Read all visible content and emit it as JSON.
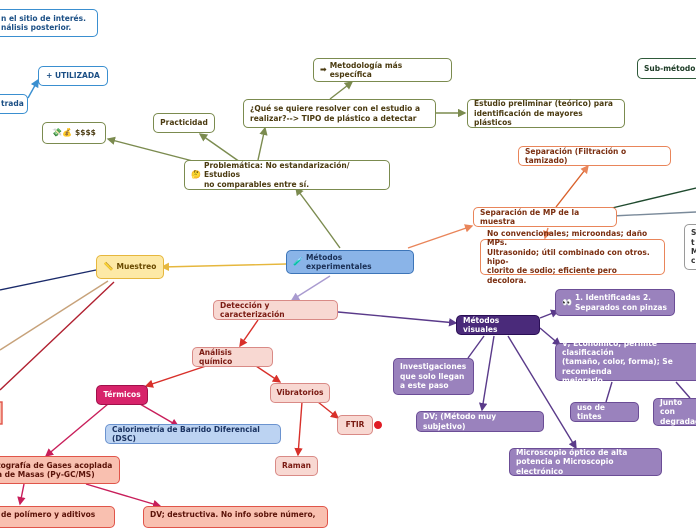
{
  "nodes": {
    "central": "Métodos experimentales",
    "problematica": "Problemática: No estandarización/ Estudios\nno comparables entre sí.",
    "practicidad": "Practicidad",
    "dinero": "$$$$",
    "pregunta": "¿Qué se quiere resolver con el estudio a\nrealizar?--> TIPO de plástico a detectar",
    "metodologia": "Metodología más específica",
    "estudio_preliminar": "Estudio preliminar (teórico) para\nidentificación de mayores plásticos",
    "sitio_interes": "n el sitio de interés.\nnálisis posterior.",
    "utilizada": "+ UTILIZADA",
    "trada": "trada",
    "sub_metodo": "Sub-método;",
    "separacion_filtracion": "Separación (Filtración o tamizado)",
    "separacion_mp": "Separación de MP de la muestra",
    "no_convencionales": "No convencionales; microondas; daño MPs.\nUltrasonido; útil combinado con otros. hipo-\nclorito de sodio; eficiente pero decolora.",
    "right_edge_box": "S\nt\nM\nc",
    "muestreo": "Muestreo",
    "deteccion": "Detección y caracterización",
    "analisis_quimico": "Análisis químico",
    "termicos": "Térmicos",
    "vibratorios": "Vibratorios",
    "ftir": "FTIR",
    "raman": "Raman",
    "dsc": "Calorimetría de Barrido Diferencial (DSC)",
    "py_gc_ms": "tografía de Gases acoplada\na de Masas (Py-GC/MS)",
    "polimero": "de polímero y aditivos",
    "dv_destructiva": "DV; destructiva. No info sobre número,",
    "metodos_visuales": "Métodos visuales",
    "identificadas": "1. Identificadas 2.\nSeparados con pinzas",
    "v_economico": "V; Económico, perimte clasificación\n(tamaño, color, forma); Se recomienda\nmejorarlo",
    "investigaciones": "Investigaciones\nque solo llegan\na este paso",
    "dv_subjetivo": "DV; (Método muy subjetivo)",
    "uso_tintes": "uso de tintes",
    "junto_con": "Junto con\ndegradac",
    "microscopio": "Microscopio óptico de alta\npotencia o Microscopio electrónico"
  },
  "icons": {
    "central": "test-tube-icon",
    "problematica": "thinking-person-icon",
    "dinero": "money-icon",
    "metodologia": "right-arrow-icon",
    "muestreo": "pencil-icon",
    "identificadas": "eyes-icon",
    "ftir": "red-dot-icon"
  },
  "colors": {
    "olive": "#7b8b4f",
    "orange": "#e9855a",
    "central": "#8ab4e8",
    "purple": "#9a82bd",
    "dark_purple": "#4a2a7a",
    "pink": "#f8d8d2",
    "salmon": "#f9c0b0",
    "magenta": "#d7236a",
    "yellow": "#fde9a6"
  }
}
